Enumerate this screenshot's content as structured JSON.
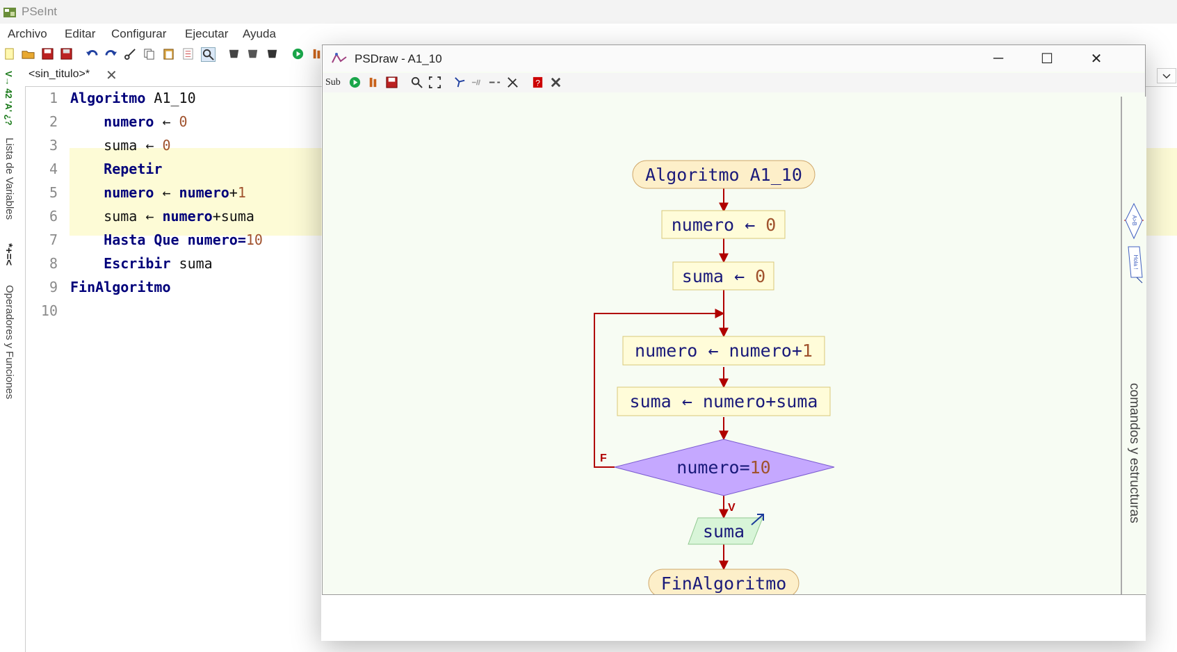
{
  "app": {
    "title": "PSeInt"
  },
  "menu": [
    "Archivo",
    "Editar",
    "Configurar",
    "Ejecutar",
    "Ayuda"
  ],
  "left_tabs": {
    "variables": "Lista de Variables",
    "operators": "Operadores y Funciones",
    "vars_glyph": "V→ 42 'A' ¿?",
    "ops_glyph": "*+=<"
  },
  "editor": {
    "tab": "<sin_titulo>*",
    "lines": [
      {
        "n": "1",
        "tokens": [
          {
            "t": "Algoritmo",
            "c": "kw"
          },
          {
            "t": " A1_10"
          }
        ]
      },
      {
        "n": "2",
        "tokens": [
          {
            "t": "    "
          },
          {
            "t": "numero",
            "c": "kw"
          },
          {
            "t": " ← "
          },
          {
            "t": "0",
            "c": "num"
          }
        ]
      },
      {
        "n": "3",
        "tokens": [
          {
            "t": "    suma ← "
          },
          {
            "t": "0",
            "c": "num"
          }
        ]
      },
      {
        "n": "4",
        "tokens": [
          {
            "t": "    "
          },
          {
            "t": "Repetir",
            "c": "kw"
          }
        ]
      },
      {
        "n": "5",
        "tokens": [
          {
            "t": "    "
          },
          {
            "t": "numero",
            "c": "kw"
          },
          {
            "t": " ← "
          },
          {
            "t": "numero",
            "c": "kw"
          },
          {
            "t": "+"
          },
          {
            "t": "1",
            "c": "num"
          }
        ]
      },
      {
        "n": "6",
        "tokens": [
          {
            "t": "    suma ← "
          },
          {
            "t": "numero",
            "c": "kw"
          },
          {
            "t": "+suma"
          }
        ]
      },
      {
        "n": "7",
        "tokens": [
          {
            "t": "    "
          },
          {
            "t": "Hasta Que numero=",
            "c": "kw"
          },
          {
            "t": "10",
            "c": "num"
          }
        ]
      },
      {
        "n": "8",
        "tokens": [
          {
            "t": "    "
          },
          {
            "t": "Escribir",
            "c": "kw"
          },
          {
            "t": " suma"
          }
        ]
      },
      {
        "n": "9",
        "tokens": [
          {
            "t": "FinAlgoritmo",
            "c": "kw"
          }
        ]
      },
      {
        "n": "10",
        "tokens": []
      }
    ]
  },
  "psdraw": {
    "title": "PSDraw - A1_10",
    "sub_label": "Sub",
    "side_label": "comandos y estructuras",
    "side_icons": {
      "cond": "A>B",
      "io": "Hola !"
    },
    "flow": {
      "start": "Algoritmo A1_10",
      "assign1": {
        "var": "numero",
        "op": " ← ",
        "val": "0"
      },
      "assign2": {
        "var": "suma",
        "op": " ← ",
        "val": "0"
      },
      "assign3": {
        "var": "numero",
        "op": " ← ",
        "expr": "numero+",
        "val": "1"
      },
      "assign4": {
        "text": "suma ← numero+suma"
      },
      "cond": {
        "expr": "numero=",
        "val": "10"
      },
      "false_label": "F",
      "true_label": "V",
      "output": "suma",
      "end": "FinAlgoritmo"
    },
    "colors": {
      "text": "#1a1a7a",
      "number": "#a0522d",
      "arrow": "#b00000",
      "terminal": "#fdefc9",
      "process": "#fffcd9",
      "decision": "#c5a8ff",
      "io": "#d8f5d8"
    }
  }
}
